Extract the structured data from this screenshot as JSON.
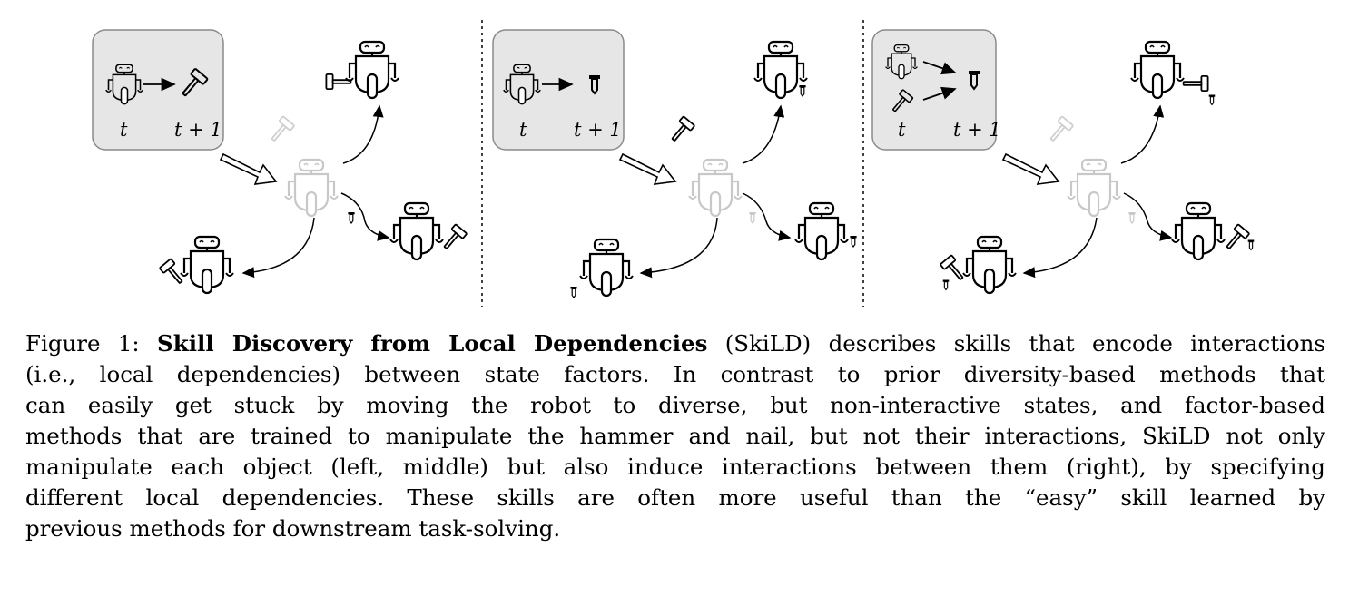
{
  "panels": [
    {
      "id": "left",
      "time_labels": [
        "t",
        "t + 1"
      ],
      "legend_target": "hammer"
    },
    {
      "id": "middle",
      "time_labels": [
        "t",
        "t + 1"
      ],
      "legend_target": "nail"
    },
    {
      "id": "right",
      "time_labels": [
        "t",
        "t + 1"
      ],
      "legend_target": "nail"
    }
  ],
  "caption": {
    "prefix": "Figure 1: ",
    "title": "Skill Discovery from Local Dependencies",
    "lines": [
      " (SkiLD) describes skills that encode interactions",
      "(i.e., local dependencies) between state factors.  In contrast to prior diversity-based methods that",
      "can easily get stuck by moving the robot to diverse, but non-interactive states, and factor-based",
      "methods that are trained to manipulate the hammer and nail, but not their interactions, SkiLD not only",
      "manipulate each object (left, middle) but also induce interactions between them (right), by specifying",
      "different local dependencies.  These skills are often more useful than the “easy” skill learned by",
      "previous methods for downstream task-solving."
    ]
  }
}
